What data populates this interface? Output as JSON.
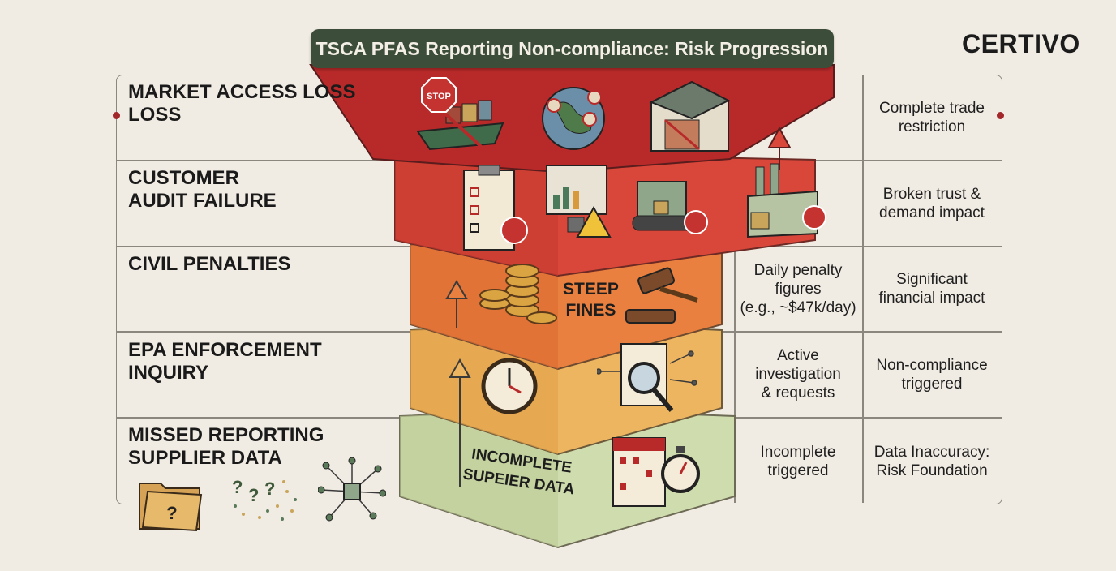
{
  "title": "TSCA PFAS Reporting Non-compliance: Risk Progression",
  "brand": "CERTIVO",
  "levels": [
    {
      "label": "MARKET ACCESS LOSS\nLOSS",
      "detail": "",
      "impact": "Complete trade\nrestriction"
    },
    {
      "label": "CUSTOMER\nAUDIT FAILURE",
      "detail": "",
      "impact": "Broken trust &\ndemand impact"
    },
    {
      "label": "CIVIL PENALTIES",
      "detail": "Daily penalty\nfigures\n(e.g., ~$47k/day)",
      "impact": "Significant\nfinancial impact"
    },
    {
      "label": "EPA ENFORCEMENT\nINQUIRY",
      "detail": "Active\ninvestigation\n& requests",
      "impact": "Non-compliance\ntriggered"
    },
    {
      "label": "MISSED REPORTING\nSUPPLIER DATA",
      "detail": "Incomplete\ntriggered",
      "impact": "Data Inaccuracy:\nRisk Foundation"
    }
  ],
  "pyramid_text": {
    "steep_fines": "STEEP\nFINES",
    "incomplete": "INCOMPLETE\nSUPEIER DATA"
  },
  "icons": {
    "stop_sign": "STOP",
    "list": [
      "stop-sign-icon",
      "cargo-ship-icon",
      "globe-icon",
      "warehouse-icon",
      "clipboard-icon",
      "monitor-warning-icon",
      "factory-robot-icon",
      "factory-icon",
      "coins-icon",
      "gavel-icon",
      "clock-icon",
      "document-magnifier-icon",
      "calendar-icon",
      "stopwatch-icon",
      "folder-question-icon",
      "question-marks-icon",
      "network-icon"
    ]
  },
  "colors": {
    "level1": "#b82a2a",
    "level2": "#d9463a",
    "level3": "#e9803f",
    "level4": "#eeb560",
    "level5": "#cfdcae",
    "title_bar": "#3c4d3a",
    "accent_dot": "#a2262a"
  }
}
